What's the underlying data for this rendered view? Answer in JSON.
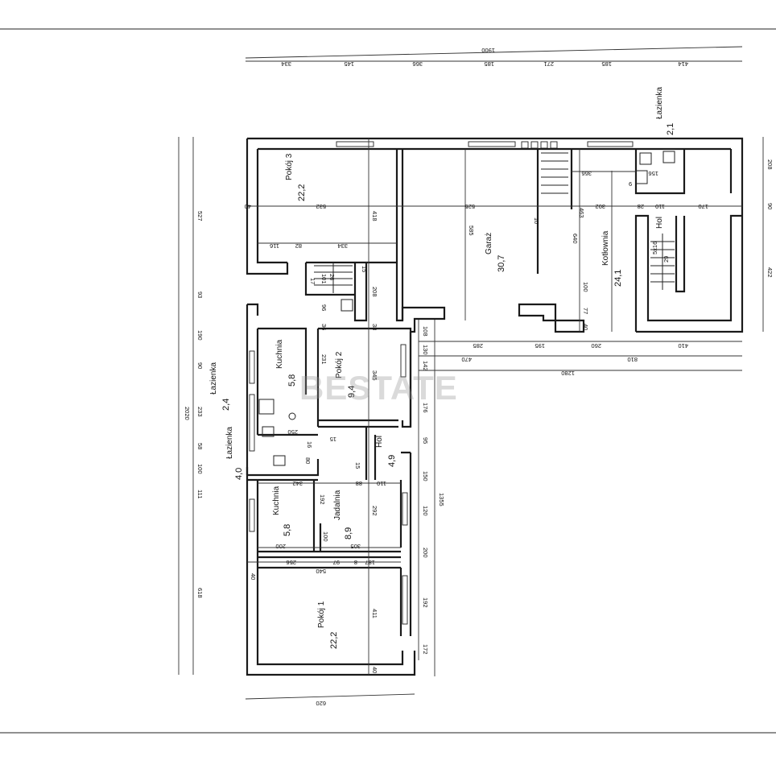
{
  "watermark": "BESTATE",
  "rooms": {
    "pokoj3": {
      "name": "Pokój 3",
      "area": "22,2"
    },
    "garaz": {
      "name": "Garaż",
      "area": "30,7"
    },
    "kotlownia": {
      "name": "Kotłownia",
      "area": "24,1"
    },
    "lazienka_a": {
      "name": "Łazienka",
      "area": "2,1"
    },
    "hol_a": {
      "name": "Hol",
      "area": ""
    },
    "kuchnia_a": {
      "name": "Kuchnia",
      "area": "5,8"
    },
    "pokoj2": {
      "name": "Pokój 2",
      "area": "9,4"
    },
    "lazienka_b": {
      "name": "Łazienka",
      "area": "2,4"
    },
    "lazienka_c": {
      "name": "Łazienka",
      "area": "4,0"
    },
    "hol_b": {
      "name": "Hol",
      "area": "4,9"
    },
    "kuchnia_b": {
      "name": "Kuchnia",
      "area": "5,8"
    },
    "jadalnia": {
      "name": "Jadalnia",
      "area": "8,9"
    },
    "pokoj1": {
      "name": "Pokój 1",
      "area": "22,2"
    }
  },
  "dims": {
    "top_total": "1900",
    "top_segments": [
      "334",
      "145",
      "366",
      "185",
      "271",
      "185",
      "414"
    ],
    "left_total": "2020",
    "left_segments": [
      "527",
      "93",
      "190",
      "90",
      "233",
      "58",
      "100",
      "111",
      "618"
    ],
    "bottom_total": "620",
    "right_1355": "1355",
    "right_segments": [
      "108",
      "130",
      "142",
      "176",
      "95",
      "150",
      "120",
      "200",
      "192",
      "172"
    ],
    "mid_row_1": [
      "285",
      "195",
      "260",
      "410"
    ],
    "mid_row_2": [
      "470",
      "810"
    ],
    "mid_row_3": "1280",
    "right_edge": [
      "208",
      "90",
      "422"
    ],
    "misc": [
      "40",
      "532",
      "418",
      "525",
      "585",
      "640",
      "100",
      "77",
      "40",
      "116",
      "82",
      "334",
      "15",
      "208",
      "17",
      "101",
      "26",
      "96",
      "36",
      "38",
      "231",
      "345",
      "250",
      "16",
      "15",
      "80",
      "15",
      "342",
      "88",
      "110",
      "192",
      "292",
      "100",
      "200",
      "305",
      "256",
      "97",
      "8",
      "187",
      "540",
      "40",
      "411",
      "40",
      "366",
      "156",
      "6",
      "10",
      "463",
      "302",
      "28",
      "110",
      "170",
      "5x16",
      "29"
    ]
  }
}
